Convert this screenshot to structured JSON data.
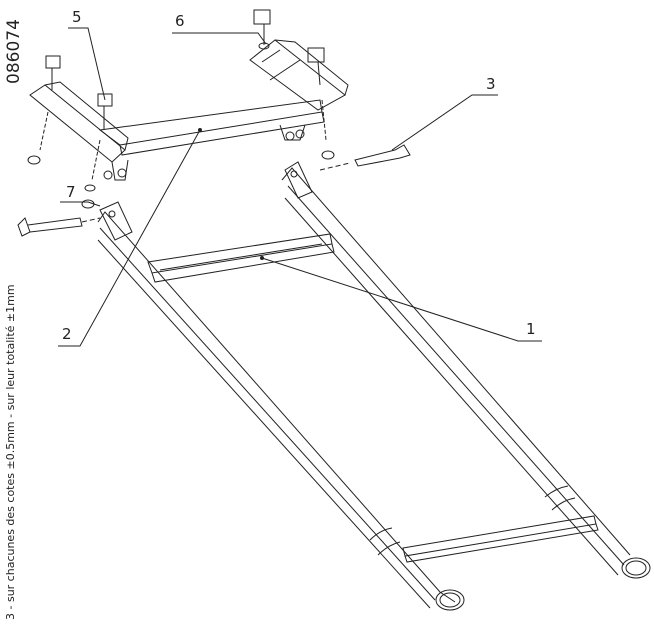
{
  "document_number": "086074",
  "tolerance_note": "3 - sur chacunes des cotes ±0.5mm - sur leur totalité ±1mm",
  "callouts": [
    "1",
    "2",
    "3",
    "5",
    "6",
    "7"
  ],
  "line_color": "#222222"
}
